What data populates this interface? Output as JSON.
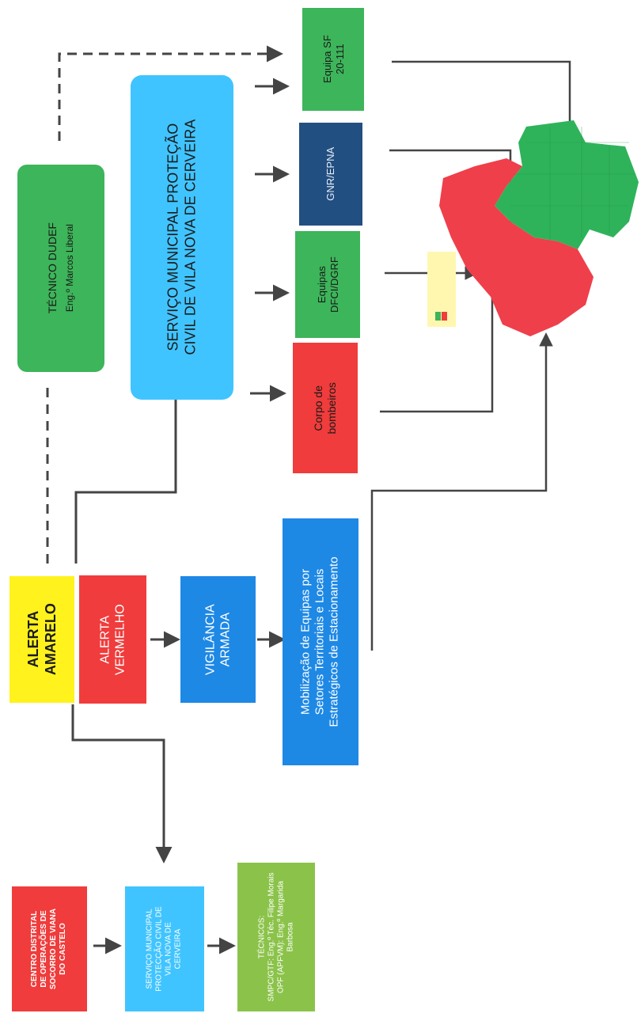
{
  "colors": {
    "green": "#3db55a",
    "light_green": "#8bc34a",
    "blue": "#1e88e5",
    "light_blue": "#40c4ff",
    "red": "#f03c3c",
    "yellow": "#fff21d",
    "navy": "#224f82",
    "map_red": "#ef3f4b",
    "map_green": "#2fb35a"
  },
  "tecnico_dudef": {
    "line1": "TÉCNICO DUDEF",
    "line2": "Eng.º Marcos Liberal"
  },
  "smpc_main": {
    "line1": "SERVIÇO MUNICIPAL PROTEÇÃO",
    "line2": "CIVIL DE VILA NOVA DE CERVEIRA"
  },
  "equipa_sf": {
    "line1": "Equipa SF",
    "line2": "20-111"
  },
  "gnr": {
    "line1": "GNR/EPNA"
  },
  "equipas_dfci": {
    "line1": "Equipas",
    "line2": "DFCI/DGRF"
  },
  "bombeiros": {
    "line1": "Corpo de",
    "line2": "bombeiros"
  },
  "alerta_amarelo": {
    "line1": "ALERTA",
    "line2": "AMARELO"
  },
  "alerta_vermelho": {
    "line1": "ALERTA",
    "line2": "VERMELHO"
  },
  "vigilancia": {
    "line1": "VIGILÂNCIA",
    "line2": "ARMADA"
  },
  "mobilizacao": {
    "line1": "Mobilização de Equipas por",
    "line2": "Setores Territoriais e Locais",
    "line3": "Estratégicos de Estacionamento"
  },
  "cdos": {
    "line1": "CENTRO DISTRITAL",
    "line2": "DE OPERAÇÕES DE",
    "line3": "SOCORRO DE VIANA",
    "line4": "DO CASTELO"
  },
  "smpc_small": {
    "line1": "SERVIÇO MUNICIPAL",
    "line2": "PROTECÇÃO CIVIL DE",
    "line3": "VILA NOVA DE",
    "line4": "CERVEIRA"
  },
  "tecnicos": {
    "line1": "TÉCNICOS:",
    "line2": "SMPC/GTF: Eng.º Téc. Filipe Morais",
    "line3": "OPF (APFVM): Eng.º Margarida",
    "line4": "Barbosa"
  }
}
